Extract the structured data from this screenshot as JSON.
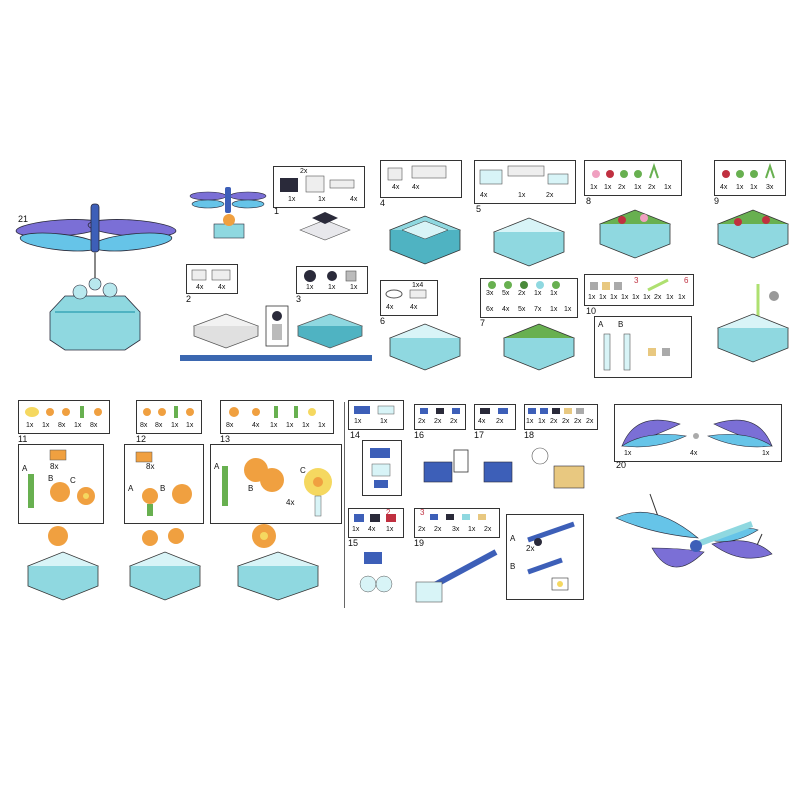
{
  "steps": {
    "s1": "1",
    "s2": "2",
    "s3": "3",
    "s4": "4",
    "s5": "5",
    "s6": "6",
    "s7": "7",
    "s8": "8",
    "s9": "9",
    "s10": "10",
    "s11": "11",
    "s12": "12",
    "s13": "13",
    "s14": "14",
    "s15": "15",
    "s16": "16",
    "s17": "17",
    "s18": "18",
    "s19": "19",
    "s20": "20",
    "s21": "21"
  },
  "parts": {
    "p1": [
      "2x",
      "1x",
      "1x",
      "4x"
    ],
    "p2": [
      "4x",
      "4x"
    ],
    "p3": [
      "1x",
      "1x",
      "1x"
    ],
    "p4": [
      "4x",
      "4x"
    ],
    "p5": [
      "4x",
      "1x",
      "2x"
    ],
    "p6": [
      "1x4",
      "4x",
      "4x"
    ],
    "p7": [
      "3x",
      "5x",
      "2x",
      "1x",
      "1x",
      "6x",
      "4x",
      "5x",
      "7x",
      "1x",
      "1x"
    ],
    "p8": [
      "1x",
      "1x",
      "2x",
      "1x",
      "2x",
      "1x"
    ],
    "p9": [
      "4x",
      "1x",
      "1x",
      "3x"
    ],
    "p10": [
      "1x",
      "1x",
      "1x",
      "1x",
      "1x",
      "1x",
      "2x",
      "1x",
      "1x"
    ],
    "p11": [
      "1x",
      "1x",
      "8x",
      "1x",
      "8x"
    ],
    "p12": [
      "8x",
      "8x",
      "1x",
      "1x"
    ],
    "p13": [
      "8x",
      "4x",
      "1x",
      "1x",
      "1x",
      "1x"
    ],
    "p14": [
      "1x",
      "1x"
    ],
    "p15": [
      "1x",
      "4x",
      "1x"
    ],
    "p16": [
      "2x",
      "2x",
      "2x"
    ],
    "p17": [
      "4x",
      "2x"
    ],
    "p18": [
      "1x",
      "1x",
      "2x",
      "2x",
      "2x",
      "2x"
    ],
    "p19": [
      "2x",
      "2x",
      "3x",
      "1x",
      "2x"
    ],
    "p20": [
      "1x",
      "4x",
      "1x"
    ]
  },
  "callouts": {
    "a": "A",
    "b": "B",
    "c": "C",
    "x8a": "8x",
    "x8b": "8x",
    "x4": "4x",
    "x2": "2x",
    "red2": "2",
    "red3": "3",
    "red3b": "3",
    "red6": "6"
  },
  "colors": {
    "teal": "#8fd8e0",
    "teal_dark": "#4fb3c2",
    "orange": "#f0a040",
    "yellow": "#f5d860",
    "green": "#68b050",
    "blue": "#3d5fb8",
    "wing": "#7b6fd6",
    "wing_light": "#66c4e8",
    "dark": "#2a2a3a"
  }
}
